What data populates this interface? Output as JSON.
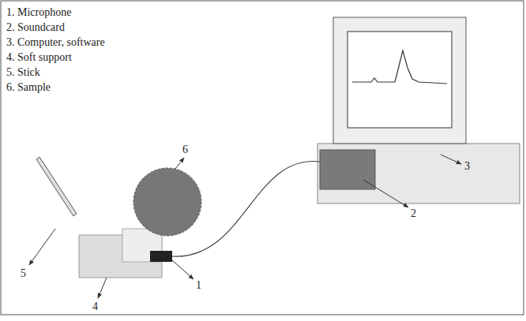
{
  "diagram": {
    "labels": [
      "1. Microphone",
      "2. Soundcard",
      "3. Computer, software",
      "4. Soft support",
      "5. Stick",
      "6. Sample",
      "6",
      "5",
      "4",
      "1",
      "2",
      "3"
    ]
  }
}
